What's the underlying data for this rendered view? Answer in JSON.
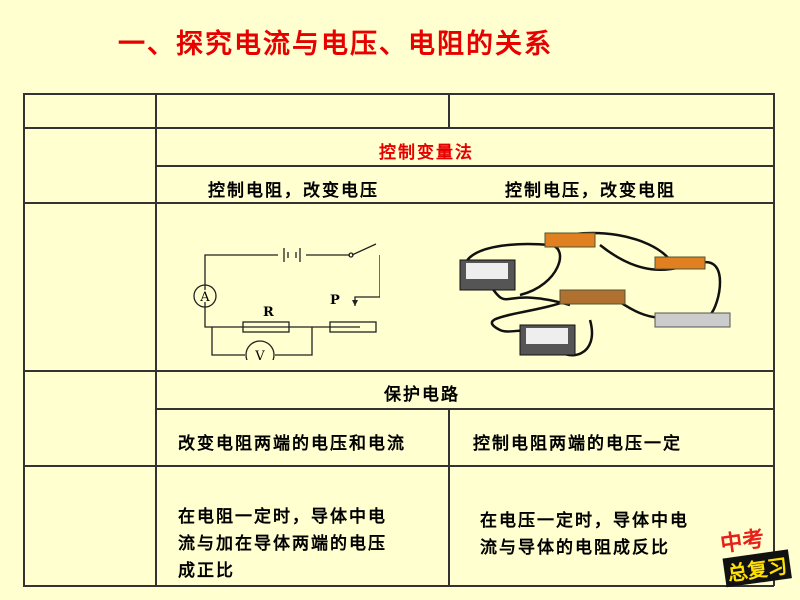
{
  "title": "一、探究电流与电压、电阻的关系",
  "table": {
    "method": "控制变量法",
    "method_left": "控制电阻，改变电压",
    "method_right": "控制电压，改变电阻",
    "circuit_labels": {
      "resistor": "R",
      "slider": "P",
      "ammeter": "A",
      "voltmeter": "V"
    },
    "rheostat_role": "保护电路",
    "rheostat_left": "改变电阻两端的电压和电流",
    "rheostat_right": "控制电阻两端的电压一定",
    "conclusion_left": [
      "在电阻一定时，导体中电",
      "流与加在导体两端的电压",
      "成正比"
    ],
    "conclusion_right": [
      "在电压一定时，导体中电",
      "流与导体的电阻成反比"
    ]
  },
  "logo": {
    "line1": "中考",
    "line2": "总复习"
  }
}
